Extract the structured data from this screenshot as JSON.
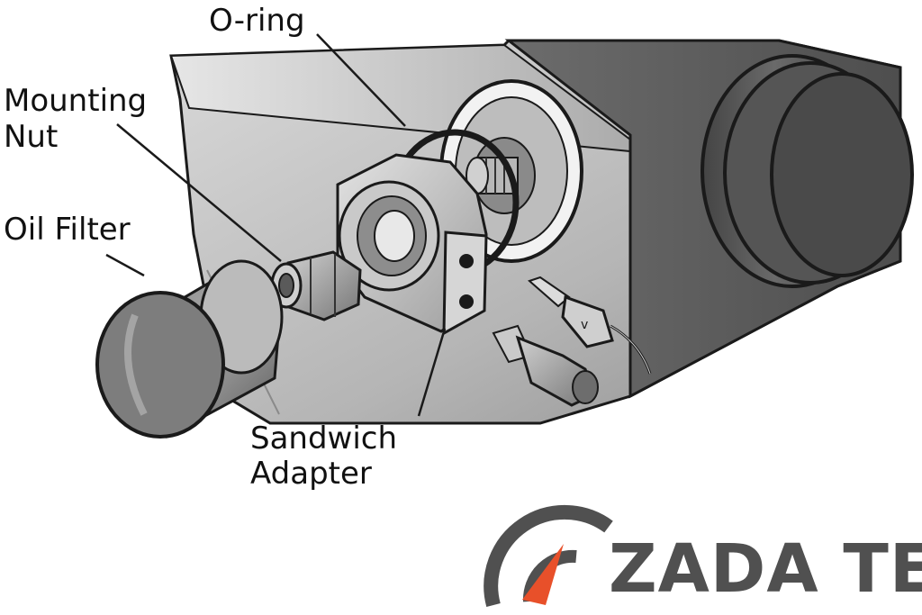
{
  "labels": {
    "o_ring": "O-ring",
    "mounting_nut_line1": "Mounting",
    "mounting_nut_line2": "Nut",
    "oil_filter": "Oil Filter",
    "sandwich_adapter_line1": "Sandwich",
    "sandwich_adapter_line2": "Adapter"
  },
  "brand": {
    "name": "ZADA TECH",
    "text_color": "#505050",
    "accent_color": "#e8502a",
    "logo_icon": "speedometer-gauge-icon"
  },
  "colors": {
    "outline": "#1a1a1a",
    "metal_dark": "#5f5f5f",
    "metal_mid": "#9a9a9a",
    "metal_light": "#d8d8d8"
  }
}
